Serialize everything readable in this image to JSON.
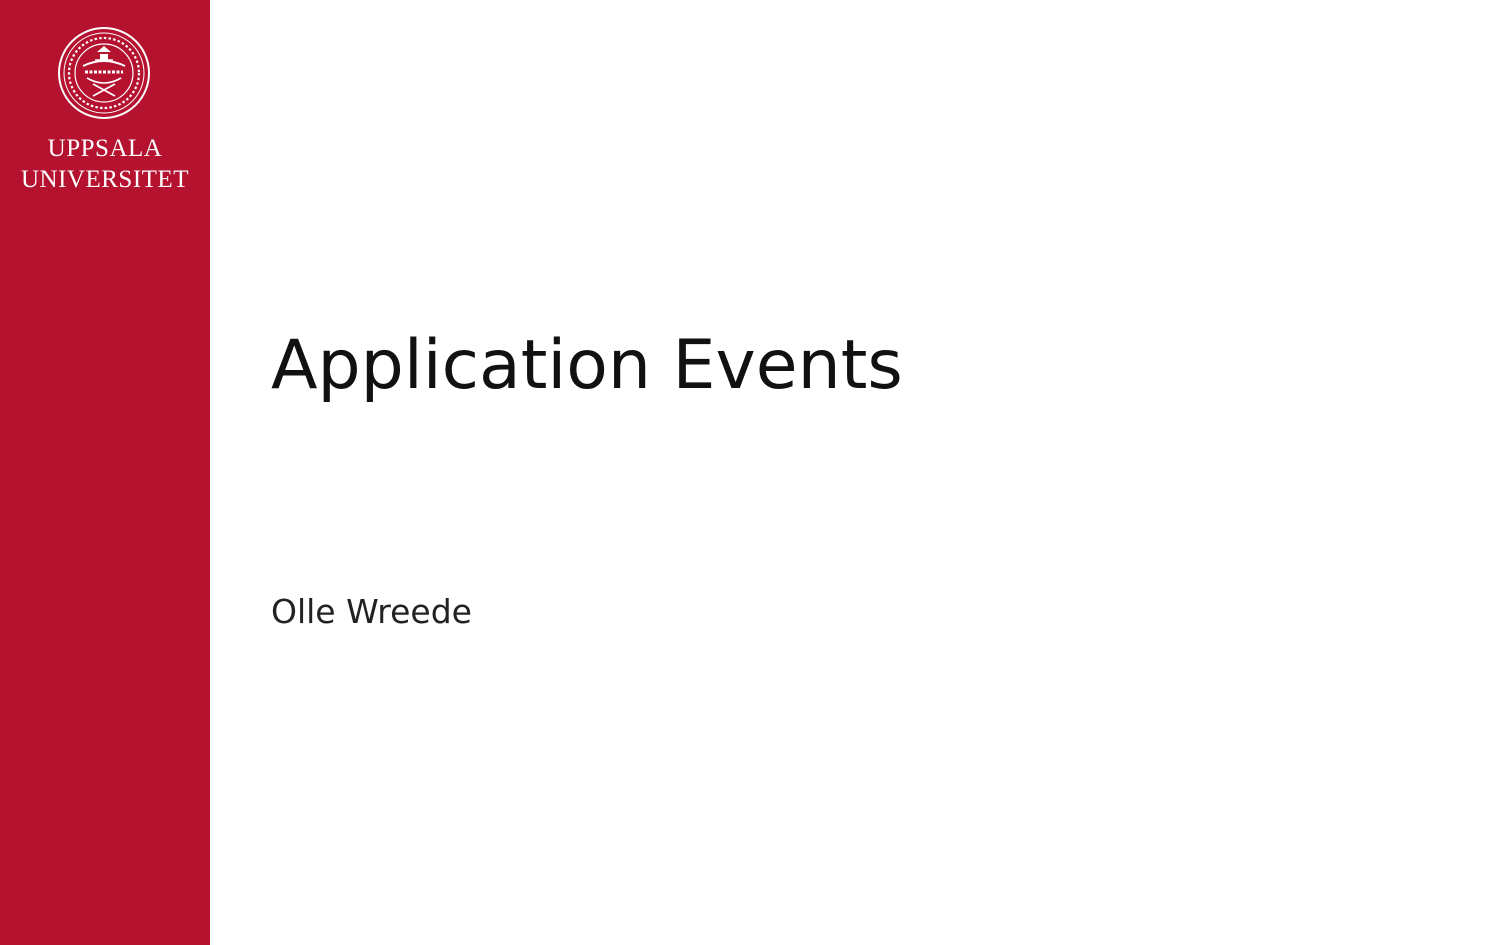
{
  "sidebar": {
    "logo_icon": "uppsala-university-seal-icon",
    "university_name_line1": "UPPSALA",
    "university_name_line2": "UNIVERSITET",
    "background_color": "#b5122f"
  },
  "slide": {
    "title": "Application Events",
    "author": "Olle Wreede"
  }
}
